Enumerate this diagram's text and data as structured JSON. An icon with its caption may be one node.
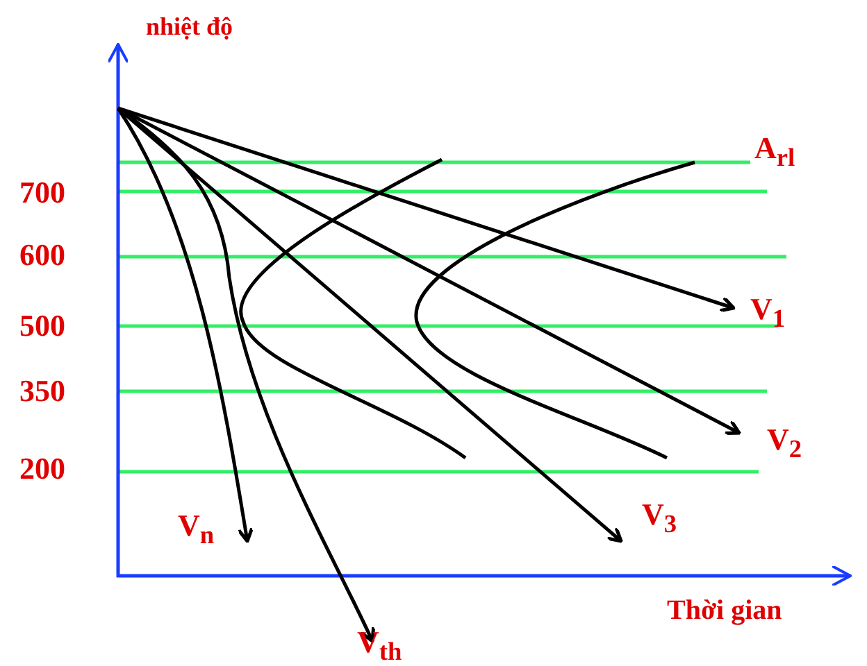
{
  "diagram": {
    "labels": [
      "nhiệt độ",
      "A$_{rl}$",
      "700",
      "600",
      "500",
      "350",
      "200",
      "V$_{1}$",
      "V$_{2}$",
      "V$_{3}$",
      "V$_{n}$",
      "V$_{th}$",
      "Thời gian"
    ]
  }
}
